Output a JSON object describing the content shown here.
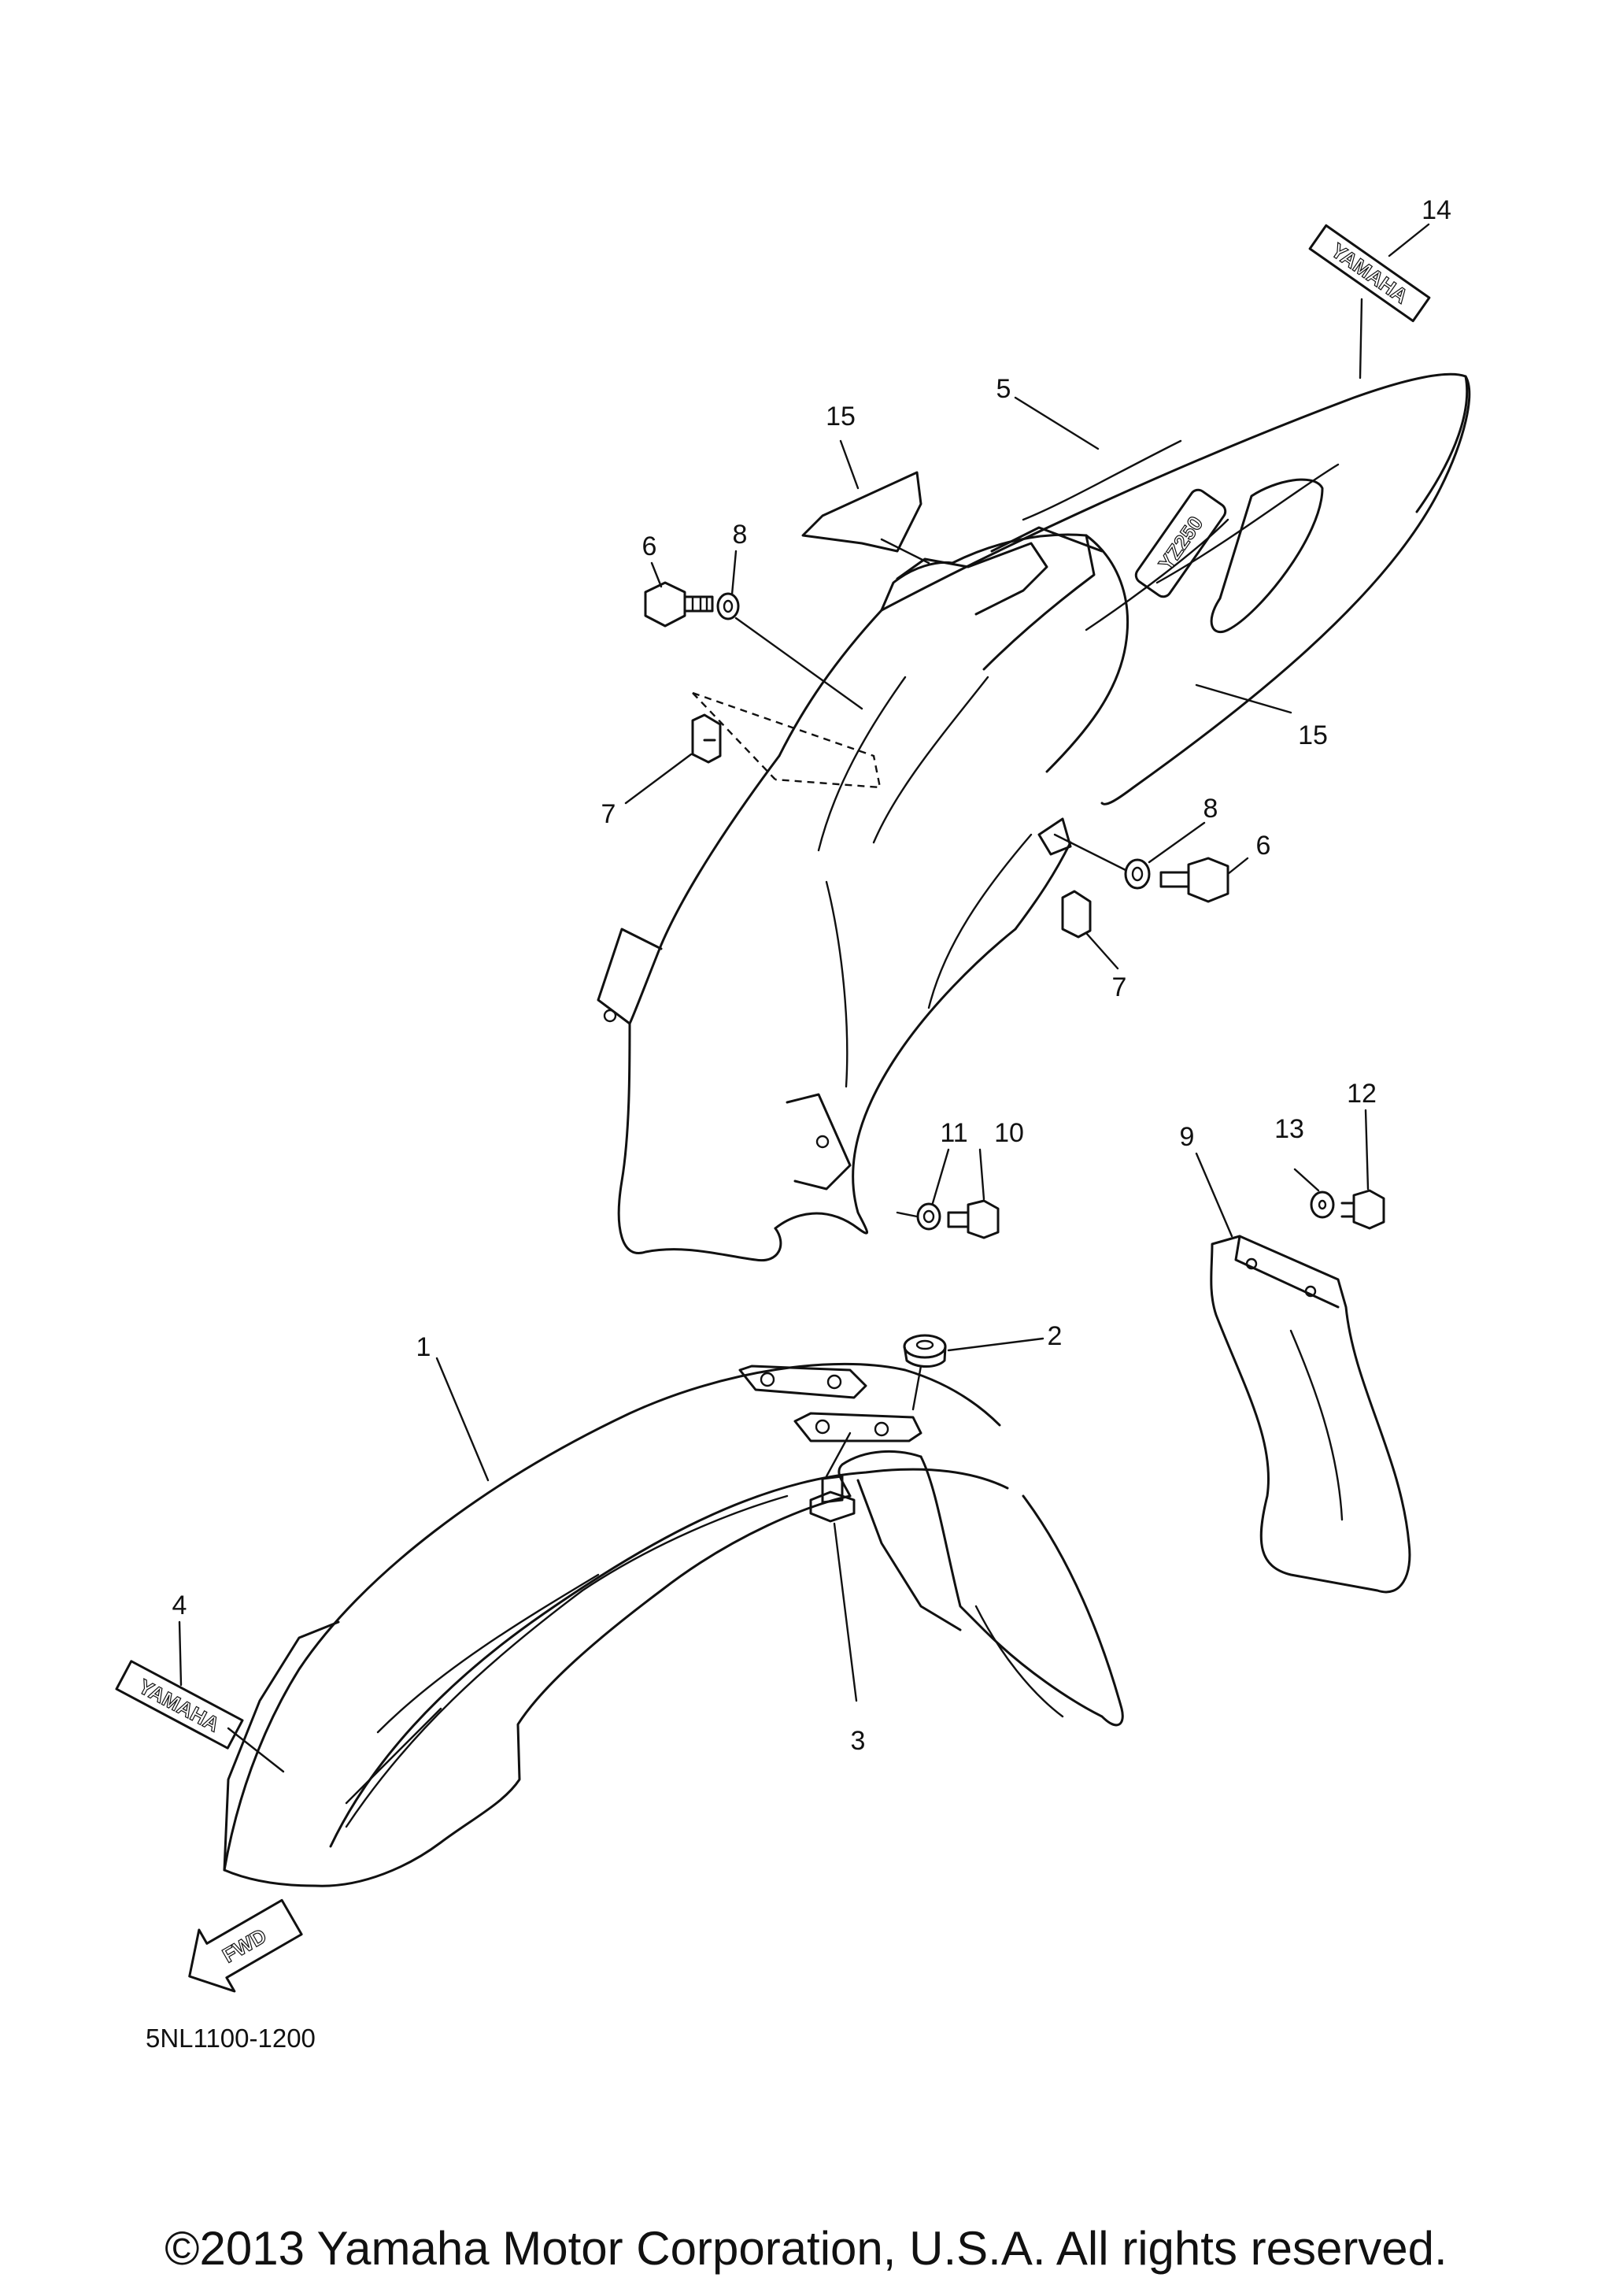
{
  "callouts": {
    "c1": "1",
    "c2": "2",
    "c3": "3",
    "c4": "4",
    "c5": "5",
    "c6a": "6",
    "c6b": "6",
    "c7a": "7",
    "c7b": "7",
    "c8a": "8",
    "c8b": "8",
    "c9": "9",
    "c10": "10",
    "c11": "11",
    "c12": "12",
    "c13": "13",
    "c14": "14",
    "c15a": "15",
    "c15b": "15"
  },
  "decals": {
    "yamaha_front": "YAMAHA",
    "yamaha_rear": "YAMAHA",
    "model": "YZ250",
    "fwd": "FWD"
  },
  "part_code": "5NL1100-1200",
  "copyright": "©2013 Yamaha Motor Corporation, U.S.A. All rights reserved."
}
